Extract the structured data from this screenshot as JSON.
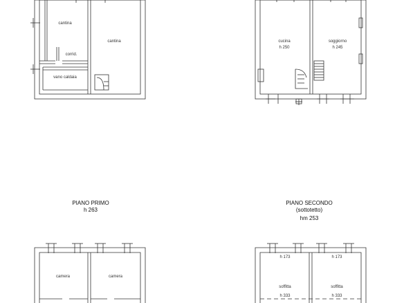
{
  "plans": {
    "ground_left": {
      "rooms": [
        "cantina",
        "cantina",
        "corrid.",
        "vano caldaia"
      ]
    },
    "ground_right": {
      "rooms": [
        "cucina",
        "h 250",
        "soggiorno",
        "h 245"
      ]
    },
    "first_floor": {
      "title": "PIANO PRIMO",
      "height": "h 263",
      "rooms": [
        "camera",
        "camera"
      ]
    },
    "second_floor": {
      "title": "PIANO SECONDO",
      "subtitle": "(sottotetto)",
      "height": "hm 253",
      "rooms": [
        "h 173",
        "h 173",
        "soffitta",
        "h 333",
        "soffitta",
        "h 333"
      ]
    }
  }
}
